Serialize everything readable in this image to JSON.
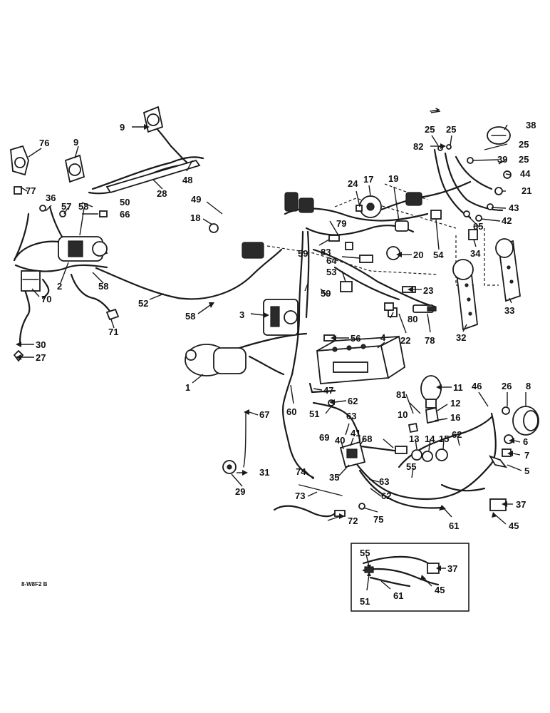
{
  "catalog_number": "8-W8F2 B",
  "callouts": {
    "c1": "1",
    "c2": "2",
    "c3": "3",
    "c4": "4",
    "c5": "5",
    "c6": "6",
    "c7": "7",
    "c8": "8",
    "c9a": "9",
    "c9b": "9",
    "c10": "10",
    "c11": "11",
    "c12": "12",
    "c13": "13",
    "c14": "14",
    "c15": "15",
    "c16": "16",
    "c17": "17",
    "c18": "18",
    "c19": "19",
    "c20": "20",
    "c21": "21",
    "c22": "22",
    "c23": "23",
    "c24": "24",
    "c25a": "25",
    "c25b": "25",
    "c25c": "25",
    "c25d": "25",
    "c26": "26",
    "c27": "27",
    "c28": "28",
    "c29": "29",
    "c30": "30",
    "c31": "31",
    "c32": "32",
    "c33": "33",
    "c34": "34",
    "c35": "35",
    "c36": "36",
    "c37": "37",
    "c38": "38",
    "c39": "39",
    "c40": "40",
    "c41": "41",
    "c42": "42",
    "c43": "43",
    "c44": "44",
    "c45": "45",
    "c46": "46",
    "c47": "47",
    "c48": "48",
    "c49": "49",
    "c50": "50",
    "c51": "51",
    "c52": "52",
    "c53": "53",
    "c54": "54",
    "c55": "55",
    "c56": "56",
    "c57": "57",
    "c58a": "58",
    "c58b": "58",
    "c58c": "58",
    "c59a": "59",
    "c59b": "59",
    "c60": "60",
    "c61": "61",
    "c62a": "62",
    "c62b": "62",
    "c62c": "62",
    "c63a": "63",
    "c63b": "63",
    "c64": "64",
    "c65": "65",
    "c66": "66",
    "c67": "67",
    "c68": "68",
    "c69": "69",
    "c70": "70",
    "c71": "71",
    "c72": "72",
    "c73": "73",
    "c74": "74",
    "c75": "75",
    "c76": "76",
    "c77": "77",
    "c78": "78",
    "c79": "79",
    "c80": "80",
    "c81": "81",
    "c82": "82",
    "c83": "83",
    "i55": "55",
    "i51": "51",
    "i61": "61",
    "i37": "37",
    "i45": "45"
  }
}
